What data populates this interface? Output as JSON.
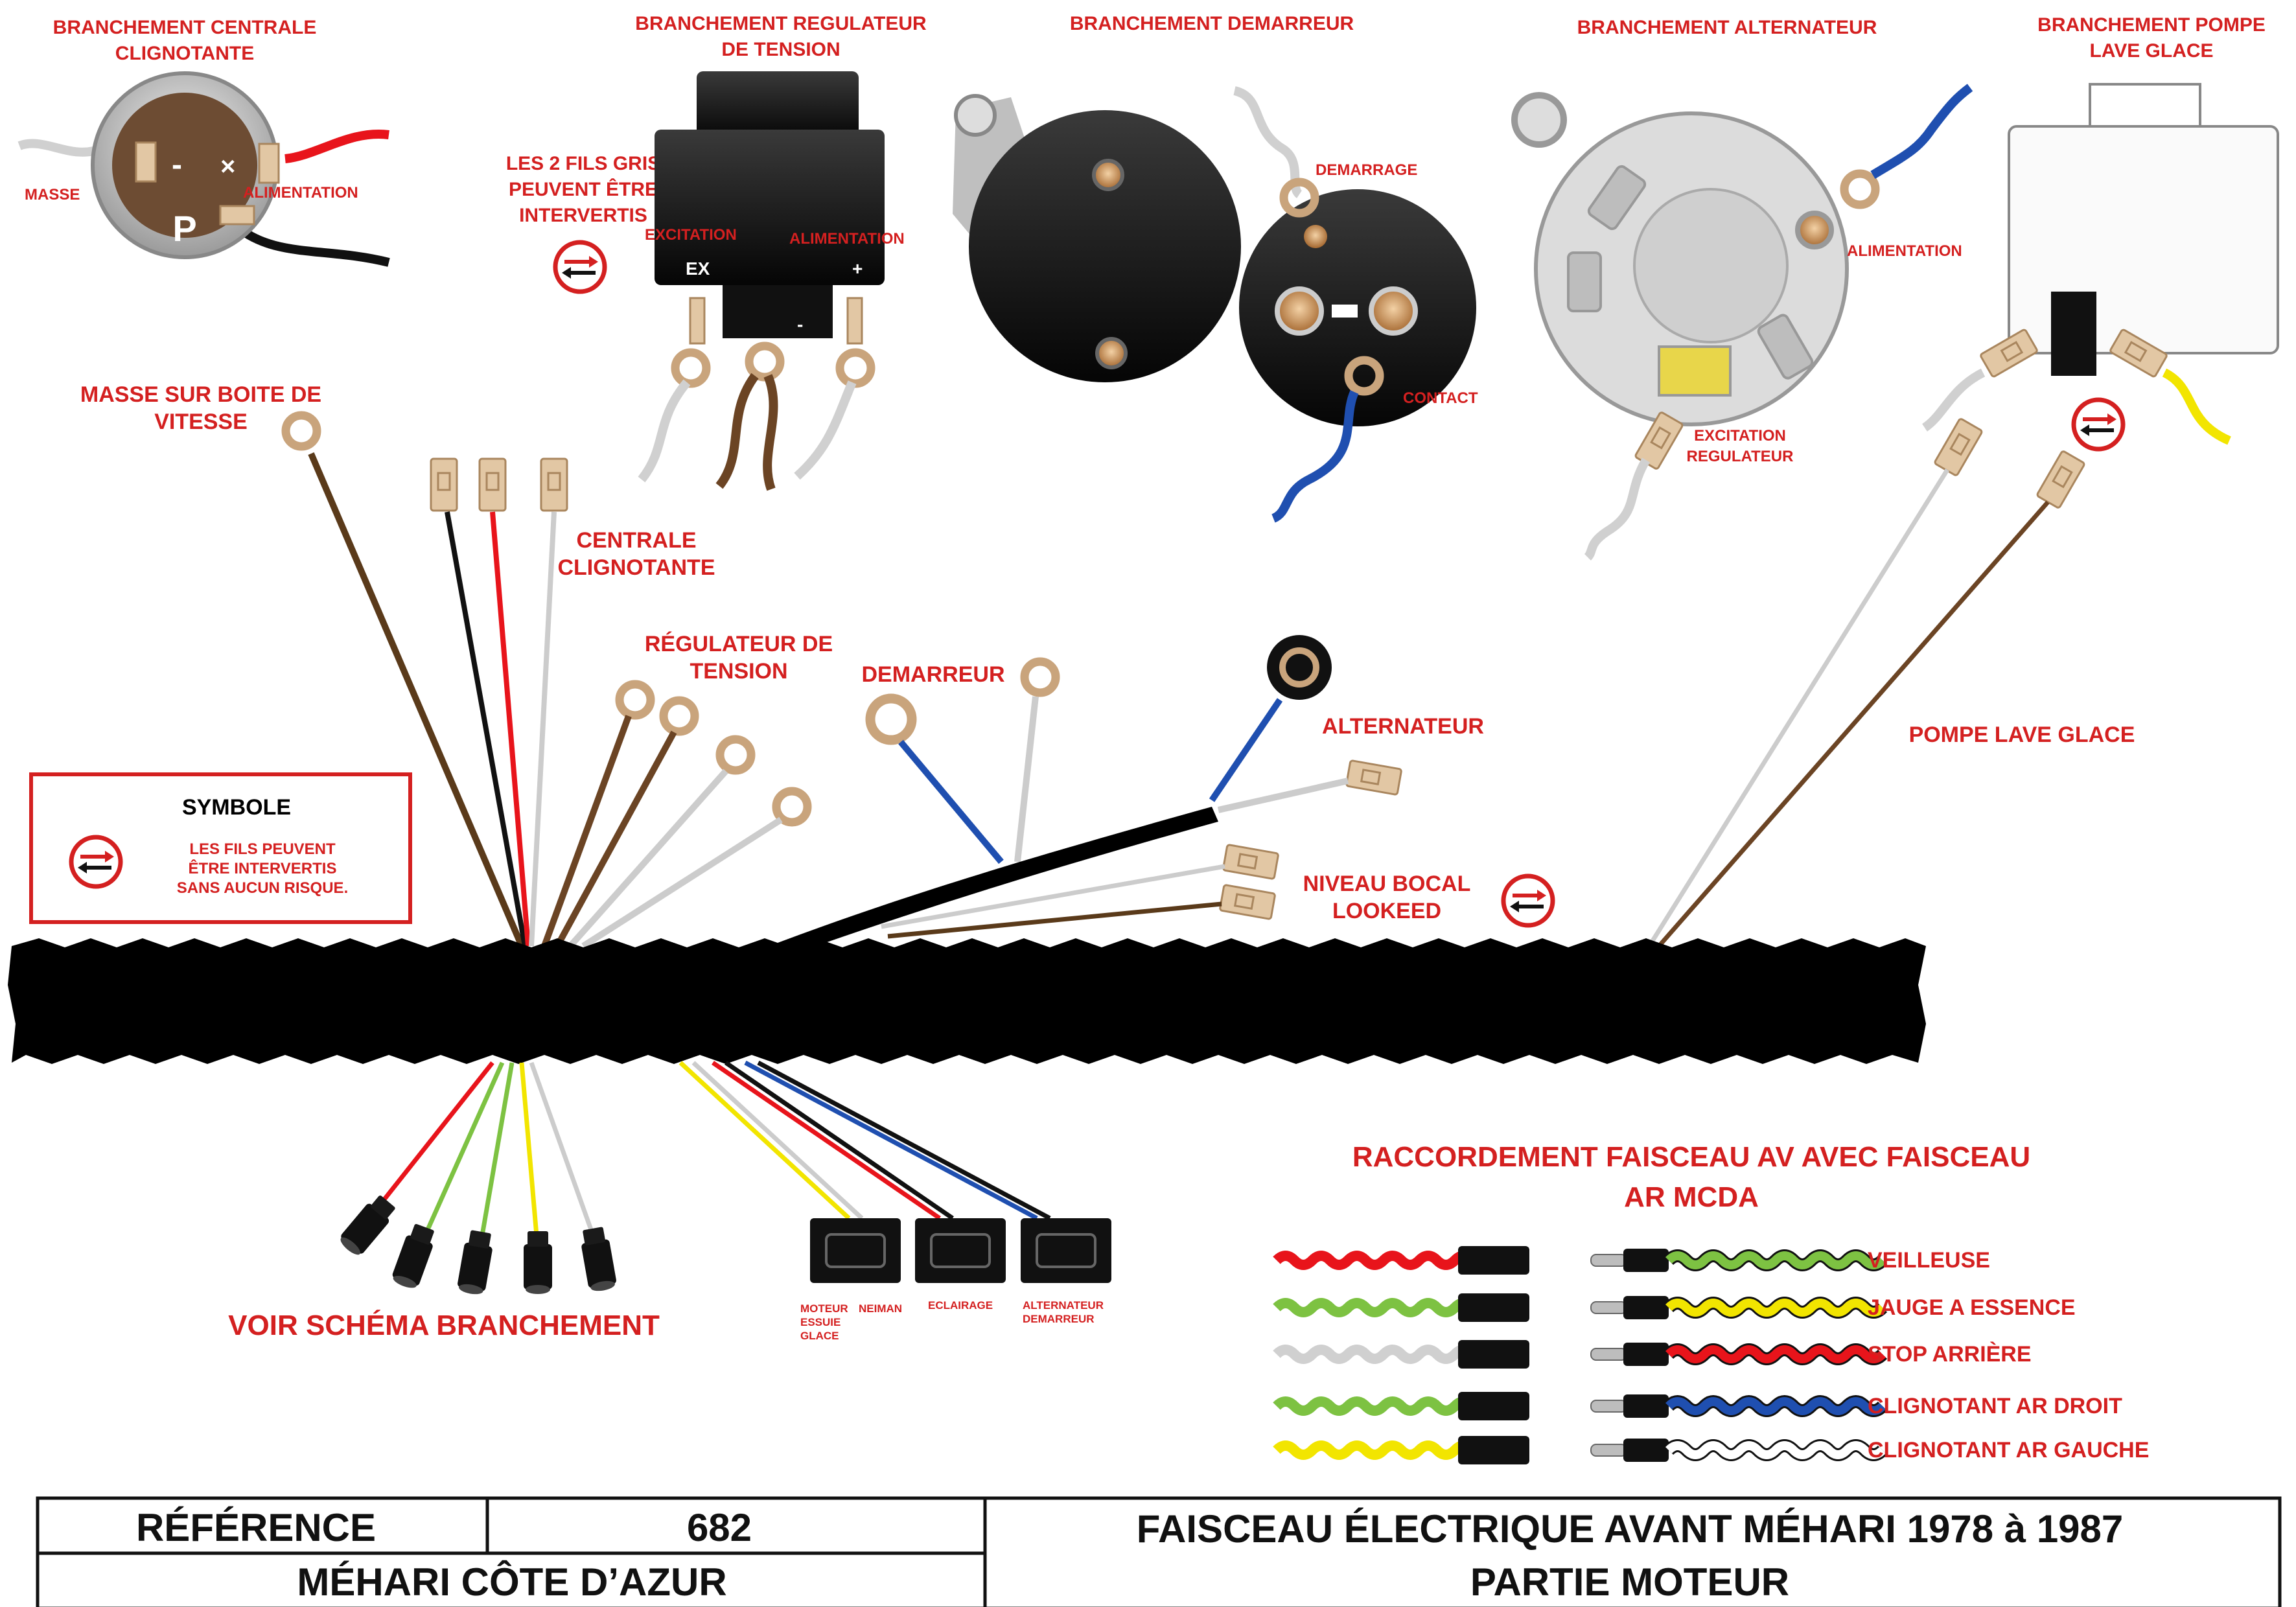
{
  "top_sections": {
    "centrale": {
      "title_line1": "BRANCHEMENT CENTRALE",
      "title_line2": "CLIGNOTANTE",
      "masse": "MASSE",
      "alimentation": "ALIMENTATION",
      "pin_minus": "-",
      "pin_x": "×",
      "pin_p": "P"
    },
    "regulateur": {
      "title_line1": "BRANCHEMENT REGULATEUR",
      "title_line2": "DE TENSION",
      "excitation": "EXCITATION",
      "alimentation": "ALIMENTATION",
      "ex": "EX",
      "plus": "+",
      "minus": "-",
      "note_line1": "LES 2 FILS GRIS",
      "note_line2": "PEUVENT ÊTRE",
      "note_line3": "INTERVERTIS"
    },
    "demarreur": {
      "title": "BRANCHEMENT DEMARREUR",
      "demarrage": "DEMARRAGE",
      "contact": "CONTACT"
    },
    "alternateur": {
      "title": "BRANCHEMENT ALTERNATEUR",
      "alimentation": "ALIMENTATION",
      "excitation_line1": "EXCITATION",
      "excitation_line2": "REGULATEUR"
    },
    "pompe": {
      "title_line1": "BRANCHEMENT POMPE",
      "title_line2": "LAVE GLACE"
    }
  },
  "harness_labels": {
    "masse_boite_line1": "MASSE SUR BOITE DE",
    "masse_boite_line2": "VITESSE",
    "centrale_line1": "CENTRALE",
    "centrale_line2": "CLIGNOTANTE",
    "regulateur_line1": "RÉGULATEUR DE",
    "regulateur_line2": "TENSION",
    "demarreur": "DEMARREUR",
    "alternateur": "ALTERNATEUR",
    "niveau_line1": "NIVEAU BOCAL",
    "niveau_line2": "LOOKEED",
    "pompe": "POMPE LAVE GLACE",
    "voir_schema": "VOIR SCHÉMA BRANCHEMENT"
  },
  "symbole": {
    "title": "SYMBOLE",
    "line1": "LES FILS PEUVENT",
    "line2": "ÊTRE INTERVERTIS",
    "line3": "SANS AUCUN RISQUE."
  },
  "connectors": {
    "moteur_line1": "MOTEUR",
    "moteur_line2": "ESSUIE",
    "moteur_line3": "GLACE",
    "neiman": "NEIMAN",
    "eclairage": "ECLAIRAGE",
    "alt_line1": "ALTERNATEUR",
    "alt_line2": "DEMARREUR"
  },
  "raccordement": {
    "title_line1": "RACCORDEMENT FAISCEAU AV AVEC FAISCEAU",
    "title_line2": "AR MCDA",
    "rows": [
      {
        "label": "VEILLEUSE",
        "left_color": "#e8141b",
        "right_color": "#7dc242"
      },
      {
        "label": "JAUGE A ESSENCE",
        "left_color": "#7dc242",
        "right_color": "#f2e500"
      },
      {
        "label": "STOP ARRIÈRE",
        "left_color": "#d0d0d0",
        "right_color": "#e8141b"
      },
      {
        "label": "CLIGNOTANT AR DROIT",
        "left_color": "#7dc242",
        "right_color": "#1f4fb0"
      },
      {
        "label": "CLIGNOTANT AR GAUCHE",
        "left_color": "#f2e500",
        "right_color": "#ffffff"
      }
    ]
  },
  "title_block": {
    "reference_label": "RÉFÉRENCE",
    "reference_value": "682",
    "brand": "MÉHARI CÔTE D’AZUR",
    "title_line1": "FAISCEAU ÉLECTRIQUE AVANT MÉHARI 1978 à 1987",
    "title_line2": "PARTIE MOTEUR"
  },
  "colors": {
    "label_red": "#d42020",
    "terminal": "#c9a47c",
    "wire_brown": "#5a3a1a",
    "wire_blue": "#1f4fb0",
    "sheath": "#000000"
  }
}
